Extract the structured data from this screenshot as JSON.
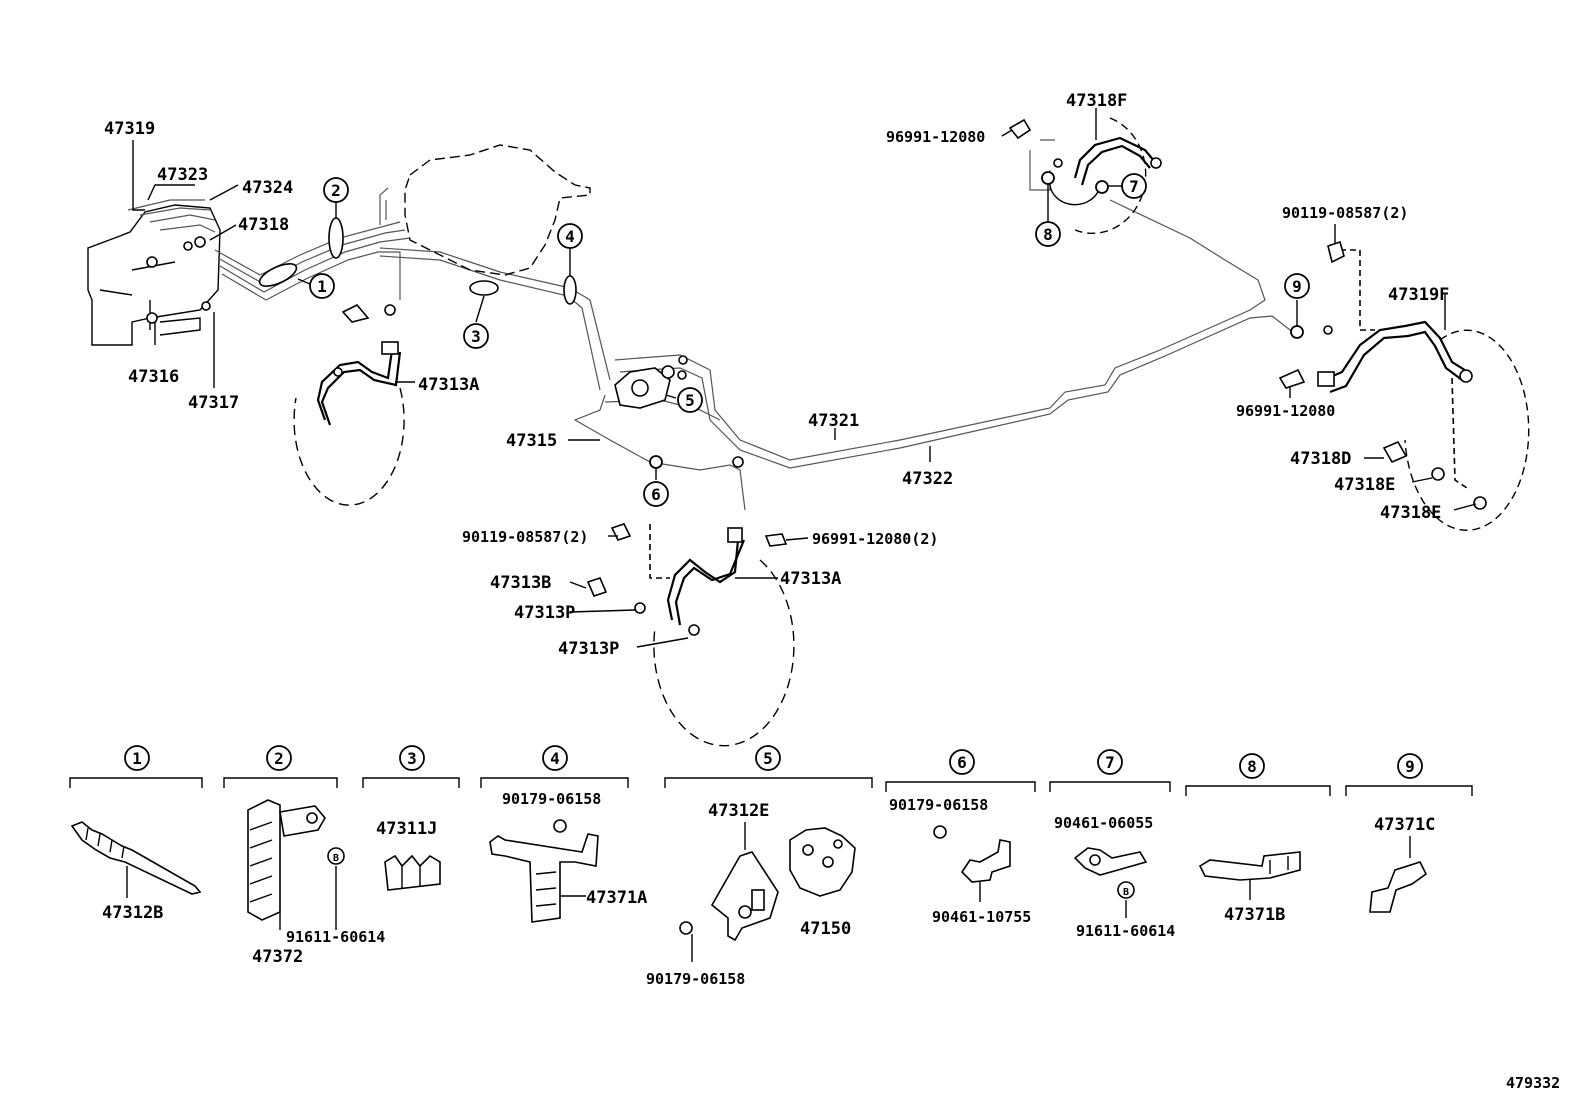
{
  "diagram_id": "479332",
  "callouts": {
    "c1": "1",
    "c2": "2",
    "c3": "3",
    "c4": "4",
    "c5": "5",
    "c6": "6",
    "c7": "7",
    "c8": "8",
    "c9": "9",
    "b": "B"
  },
  "labels": {
    "p47319": "47319",
    "p47323": "47323",
    "p47324": "47324",
    "p47318": "47318",
    "p47316": "47316",
    "p47317": "47317",
    "p47313A_left": "47313A",
    "p47315": "47315",
    "p47321": "47321",
    "p47322": "47322",
    "p47318F": "47318F",
    "p96991_top": "96991-12080",
    "p90119_right": "90119-08587(2)",
    "p47319F": "47319F",
    "p96991_right": "96991-12080",
    "p47318D": "47318D",
    "p47318E_1": "47318E",
    "p47318E_2": "47318E",
    "p90119_center": "90119-08587(2)",
    "p96991_center": "96991-12080(2)",
    "p47313B": "47313B",
    "p47313A_center": "47313A",
    "p47313P_1": "47313P",
    "p47313P_2": "47313P"
  },
  "legend": {
    "g1": {
      "num": "1",
      "parts": [
        "47312B"
      ]
    },
    "g2": {
      "num": "2",
      "parts": [
        "47372",
        "91611-60614"
      ]
    },
    "g3": {
      "num": "3",
      "parts": [
        "47311J"
      ]
    },
    "g4": {
      "num": "4",
      "parts": [
        "90179-06158",
        "47371A"
      ]
    },
    "g5": {
      "num": "5",
      "parts": [
        "47312E",
        "47150",
        "90179-06158"
      ]
    },
    "g6": {
      "num": "6",
      "parts": [
        "90179-06158",
        "90461-10755"
      ]
    },
    "g7": {
      "num": "7",
      "parts": [
        "90461-06055",
        "91611-60614"
      ]
    },
    "g8": {
      "num": "8",
      "parts": [
        "47371B"
      ]
    },
    "g9": {
      "num": "9",
      "parts": [
        "47371C"
      ]
    }
  }
}
